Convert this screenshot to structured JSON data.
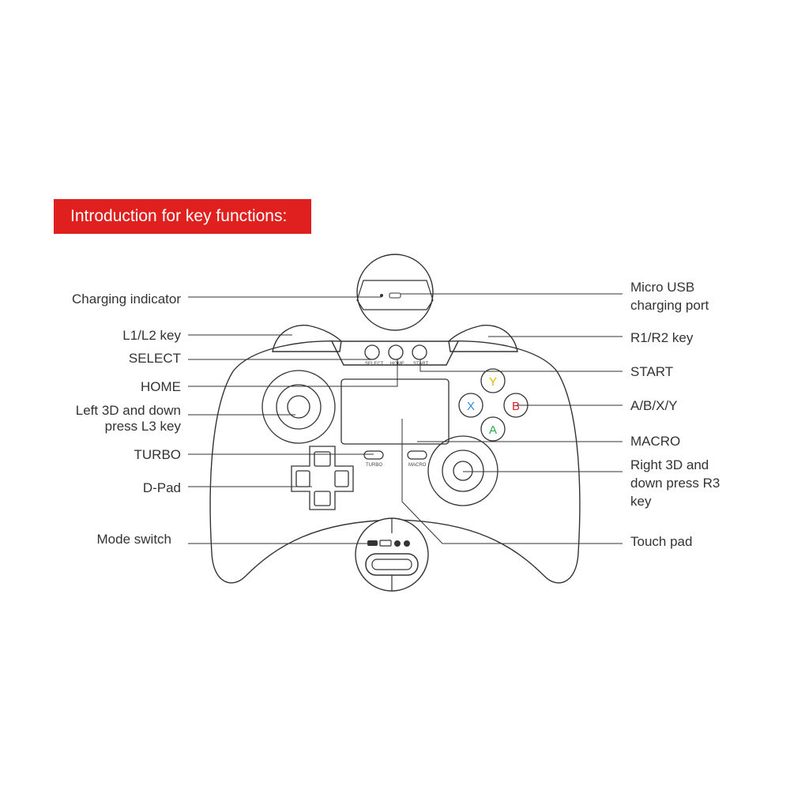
{
  "banner": {
    "title": "Introduction for key functions:"
  },
  "labels_left": {
    "charging_indicator": "Charging indicator",
    "l1l2": "L1/L2 key",
    "select": "SELECT",
    "home": "HOME",
    "left3d_line1": "Left 3D and down",
    "left3d_line2": "press L3 key",
    "turbo": "TURBO",
    "dpad": "D-Pad",
    "mode_switch": "Mode switch"
  },
  "labels_right": {
    "usb_line1": "Micro USB",
    "usb_line2": "charging port",
    "r1r2": "R1/R2 key",
    "start": "START",
    "abxy": "A/B/X/Y",
    "macro": "MACRO",
    "right3d_line1": "Right 3D and",
    "right3d_line2": "down press R3",
    "right3d_line3": "key",
    "touchpad": "Touch pad"
  },
  "device_marks": {
    "select": "SELECT",
    "home": "HOME",
    "start": "START",
    "turbo": "TURBO",
    "macro": "MACRO",
    "btn_y": "Y",
    "btn_x": "X",
    "btn_b": "B",
    "btn_a": "A"
  },
  "colors": {
    "banner": "#e0201e",
    "y": "#e6b400",
    "x": "#2a8bd8",
    "b": "#d8232a",
    "a": "#2aa84a",
    "line": "#333333"
  }
}
